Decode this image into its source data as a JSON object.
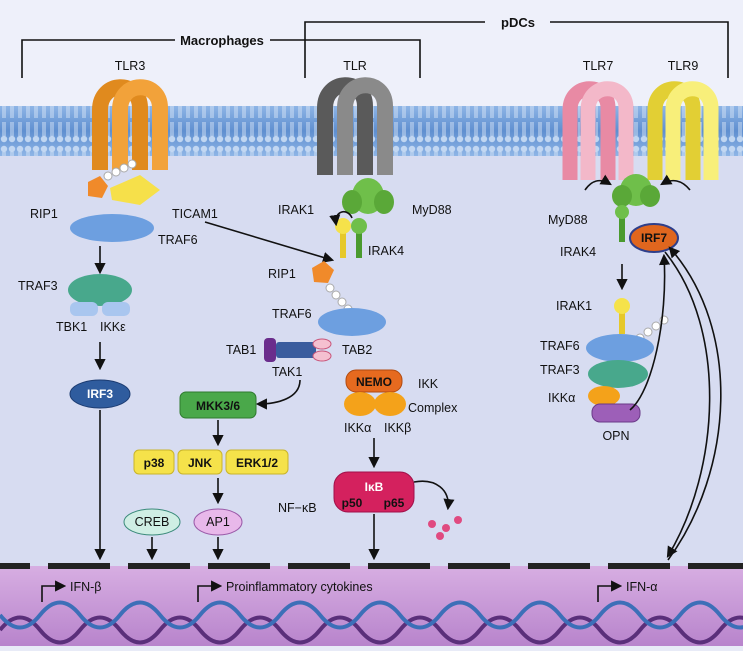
{
  "groups": {
    "macrophages": "Macrophages",
    "pdcs": "pDCs"
  },
  "receptors": {
    "tlr3": "TLR3",
    "tlr": "TLR",
    "tlr7": "TLR7",
    "tlr9": "TLR9"
  },
  "labels": {
    "rip1_left": "RIP1",
    "ticam1": "TICAM1",
    "traf6_left": "TRAF6",
    "traf3_left": "TRAF3",
    "tbk1": "TBK1",
    "ikke": "IKKε",
    "irf3": "IRF3",
    "irak1_mid": "IRAK1",
    "myd88_mid": "MyD88",
    "irak4_mid": "IRAK4",
    "rip1_mid": "RIP1",
    "traf6_mid": "TRAF6",
    "tab1": "TAB1",
    "tab2": "TAB2",
    "tak1": "TAK1",
    "nemo": "NEMO",
    "ikk": "IKK",
    "complex": "Complex",
    "ikka_mid": "IKKα",
    "ikkb_mid": "IKKβ",
    "mkk36": "MKK3/6",
    "p38": "p38",
    "jnk": "JNK",
    "erk12": "ERK1/2",
    "creb": "CREB",
    "ap1": "AP1",
    "ikb": "IκB",
    "nfkb": "NF−κB",
    "p50": "p50",
    "p65": "p65",
    "myd88_right": "MyD88",
    "irak4_right": "IRAK4",
    "irf7": "IRF7",
    "irak1_right": "IRAK1",
    "traf6_right": "TRAF6",
    "traf3_right": "TRAF3",
    "ikka_right": "IKKα",
    "opn": "OPN"
  },
  "dna_labels": {
    "ifnb": "IFN-β",
    "cytokines": "Proinflammatory cytokines",
    "ifna": "IFN-α"
  },
  "colors": {
    "membrane": "#7fa8dd",
    "cytoplasm": "#e8ebf7",
    "nucleus": "#c89ad8",
    "tlr3": "#f2a23a",
    "tlr": "#7a7a7a",
    "tlr7": "#f3a9bd",
    "tlr9": "#f6ea5a",
    "myd88": "#6fbf4a",
    "irak1": "#f5e24a",
    "traf6": "#6d9fe0",
    "traf3": "#48a88c",
    "irf3": "#2f5c9e",
    "irf7": "#e0661e",
    "mkk": "#4aa84a",
    "mapk": "#f5e24a",
    "nemo": "#e66a1f",
    "ikk": "#f4a21a",
    "nfkb": "#d4215e",
    "opn": "#9d5fb8"
  }
}
